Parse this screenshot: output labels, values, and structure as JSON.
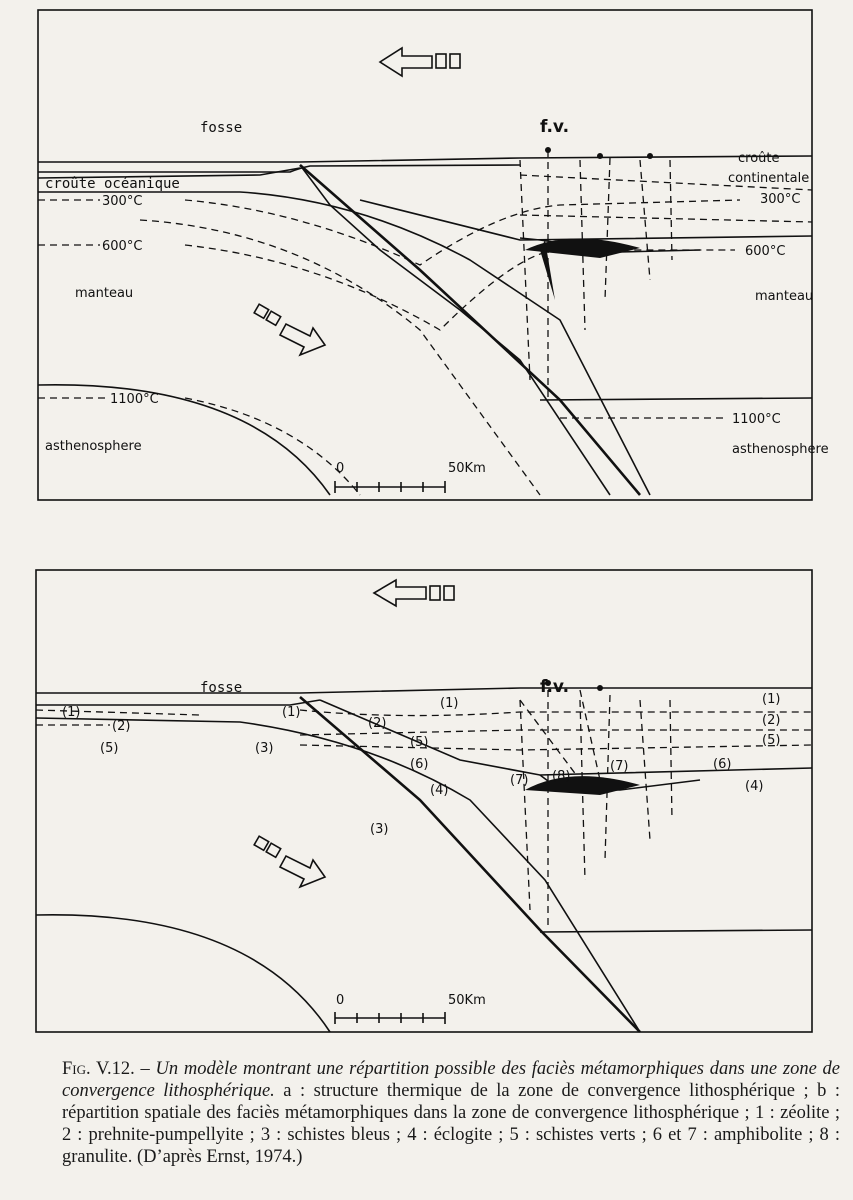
{
  "panel_a": {
    "fosse": "fosse",
    "fv": "f.v.",
    "oceanic_crust": "croûte océanique",
    "continental_crust_1": "croûte",
    "continental_crust_2": "continentale",
    "t300_left": "300°C",
    "t600_left": "600°C",
    "t300_right": "300°C",
    "t600_right": "600°C",
    "t1100_left": "1100°C",
    "t1100_right": "1100°C",
    "mantle_left": "manteau",
    "mantle_right": "manteau",
    "astheno_left": "asthenosphere",
    "astheno_right": "asthenosphere",
    "scale_zero": "0",
    "scale_end": "50Km"
  },
  "panel_b": {
    "fosse": "fosse",
    "fv": "f.v.",
    "facies_labels": [
      "(1)",
      "(2)",
      "(5)",
      "(3)",
      "(1)",
      "(2)",
      "(5)",
      "(6)",
      "(4)",
      "(3)",
      "(1)",
      "(7)",
      "(8)",
      "(7)",
      "(6)",
      "(4)",
      "(1)",
      "(2)",
      "(5)"
    ],
    "scale_zero": "0",
    "scale_end": "50Km"
  },
  "caption": {
    "fig_number": "Fig. V.12. –",
    "title": "Un modèle montrant une répartition possible des faciès métamorphiques dans une zone de convergence lithosphérique.",
    "body": "a : structure thermique de la zone de convergence lithosphérique ; b : répartition spatiale des faciès métamorphiques dans la zone de convergence lithosphérique ; 1 : zéolite ; 2 : prehnite-pumpellyite ; 3 : schistes bleus ; 4 : éclogite ; 5 : schistes verts ; 6 et 7 : amphibolite ; 8 : granulite.",
    "source": "(D’après Ernst, 1974.)"
  }
}
